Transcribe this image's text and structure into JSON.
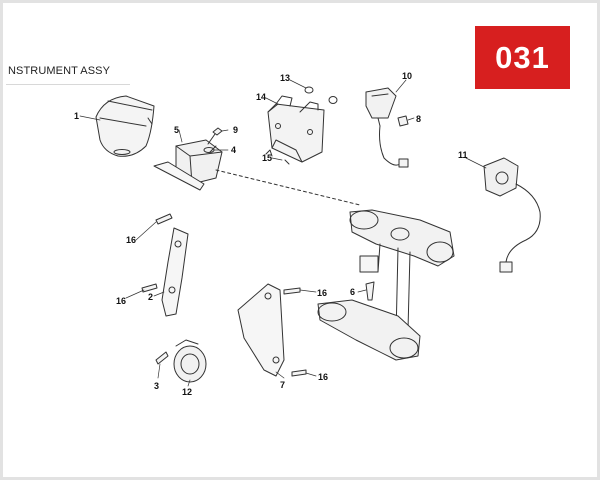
{
  "header": {
    "title": "NSTRUMENT ASSY",
    "code": "031"
  },
  "callouts": {
    "c1": "1",
    "c2": "2",
    "c3": "3",
    "c4": "4",
    "c5": "5",
    "c6": "6",
    "c7": "7",
    "c8": "8",
    "c9": "9",
    "c10": "10",
    "c11": "11",
    "c12": "12",
    "c13": "13",
    "c14": "14",
    "c15": "15",
    "c16a": "16",
    "c16b": "16",
    "c16c": "16",
    "c16d": "16"
  }
}
